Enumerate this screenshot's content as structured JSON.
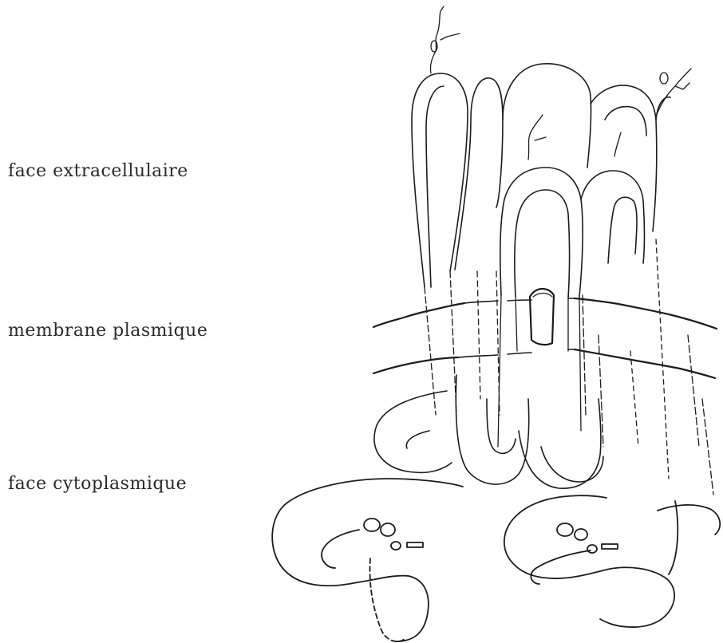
{
  "labels": {
    "extracellular": "face extracellulaire",
    "membrane": "membrane plasmique",
    "cytoplasmic": "face cytoplasmique"
  },
  "colors": {
    "ink": "#1c1c1c",
    "background": "#ffffff"
  }
}
